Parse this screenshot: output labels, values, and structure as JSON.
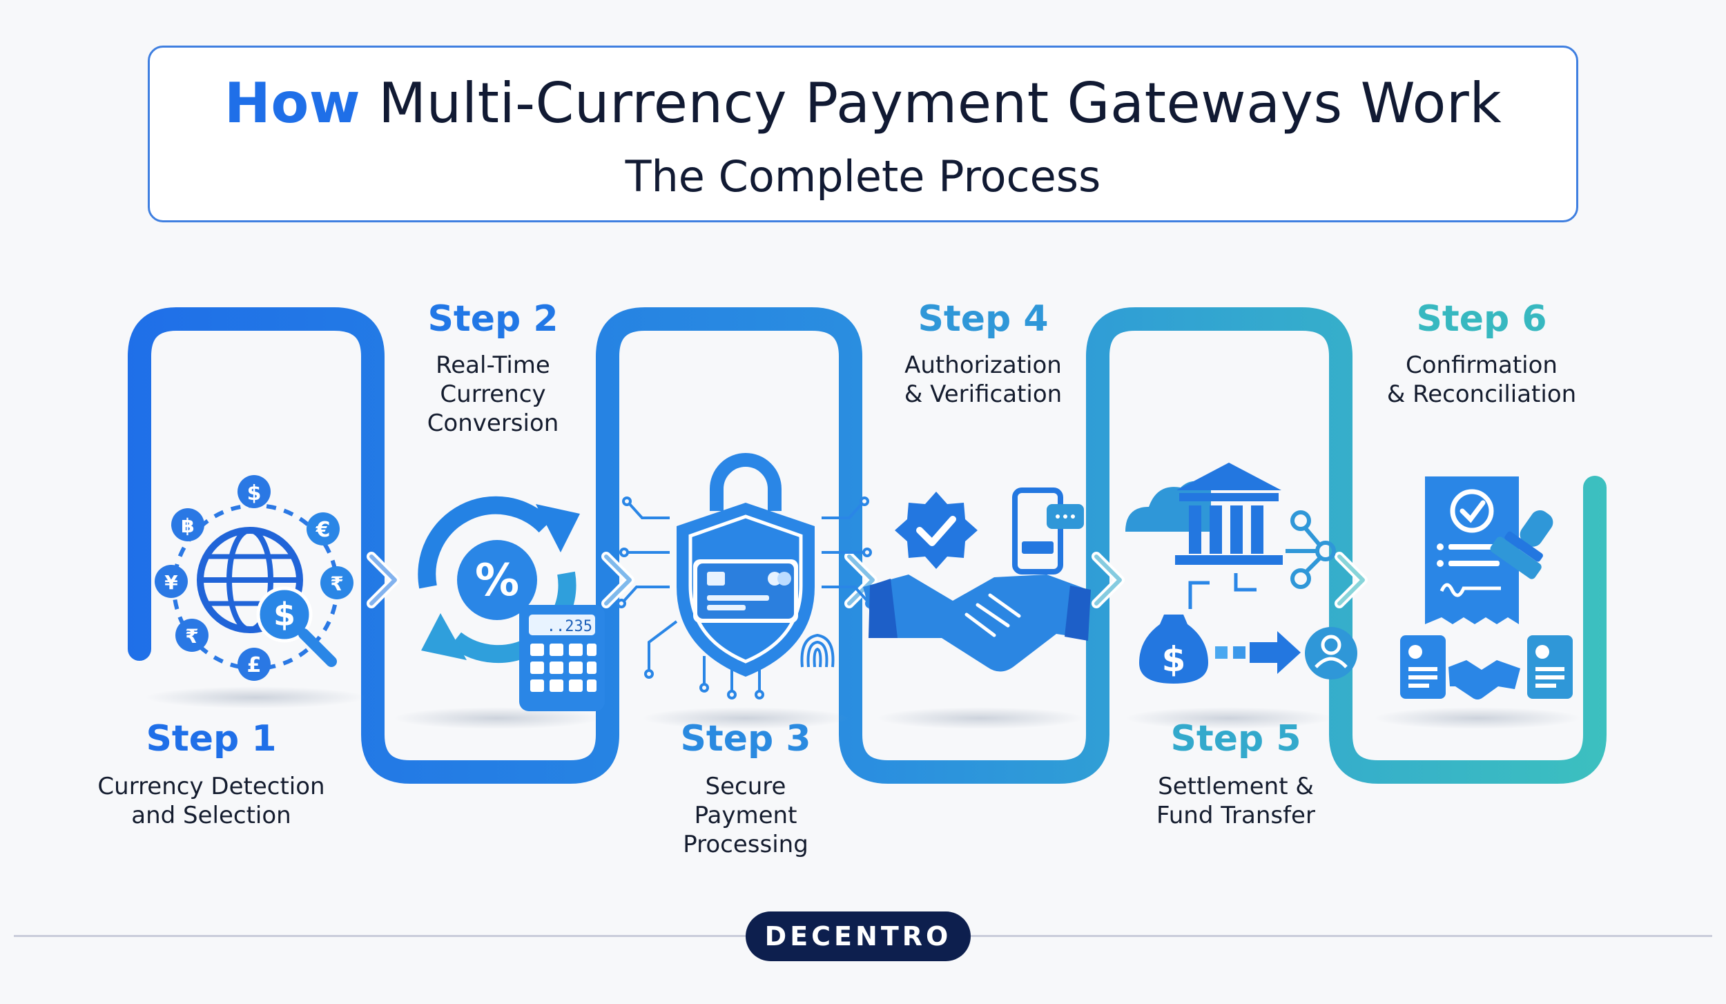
{
  "header": {
    "title_highlight": "How",
    "title_rest": " Multi-Currency Payment Gateways Work",
    "subtitle": "The Complete Process"
  },
  "colors": {
    "highlight": "#1f6fe8",
    "step_1": "#1f6fe8",
    "step_2": "#2177e6",
    "step_3": "#2a8ae0",
    "step_4": "#2f97d8",
    "step_5": "#33a9cc",
    "step_6": "#37b8c0"
  },
  "steps": [
    {
      "title": "Step 1",
      "desc": "Currency Detection\nand Selection",
      "icon": "globe-currency-icon"
    },
    {
      "title": "Step 2",
      "desc": "Real-Time\nCurrency\nConversion",
      "icon": "currency-conversion-icon"
    },
    {
      "title": "Step 3",
      "desc": "Secure\nPayment\nProcessing",
      "icon": "secure-shield-icon"
    },
    {
      "title": "Step 4",
      "desc": "Authorization\n& Verification",
      "icon": "handshake-verification-icon"
    },
    {
      "title": "Step 5",
      "desc": "Settlement &\nFund Transfer",
      "icon": "bank-settlement-icon"
    },
    {
      "title": "Step 6",
      "desc": "Confirmation\n& Reconciliation",
      "icon": "receipt-stamp-icon"
    }
  ],
  "brand": {
    "name": "DECENTRO"
  }
}
